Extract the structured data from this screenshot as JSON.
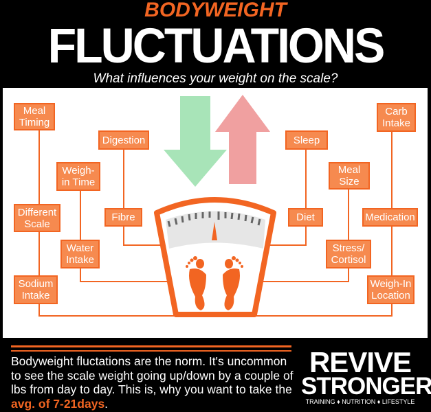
{
  "header": {
    "kicker": "BODYWEIGHT",
    "title": "FLUCTUATIONS",
    "subtitle": "What influences your weight on the scale?"
  },
  "factors_left": [
    "Meal Timing",
    "Digestion",
    "Weigh-in Time",
    "Different Scale",
    "Fibre",
    "Water Intake",
    "Sodium Intake"
  ],
  "factors_right": [
    "Carb Intake",
    "Sleep",
    "Meal Size",
    "Diet",
    "Medication",
    "Stress/ Cortisol",
    "Weigh-In Location"
  ],
  "footer": {
    "text": "Bodyweight fluctations are the norm. It's uncommon to see the scale weight going up/down by a couple of lbs from day to day. This is, why you want to take the ",
    "highlight": "avg. of 7-21days",
    "end": "."
  },
  "logo": {
    "line1": "REVIVE",
    "line2": "STRONGER",
    "tagline": "TRAINING ♦ NUTRITION ♦ LIFESTYLE"
  },
  "colors": {
    "accent": "#f26522",
    "box": "#f68a4f",
    "down_arrow": "#a8e4b8",
    "up_arrow": "#f0a0a0"
  }
}
